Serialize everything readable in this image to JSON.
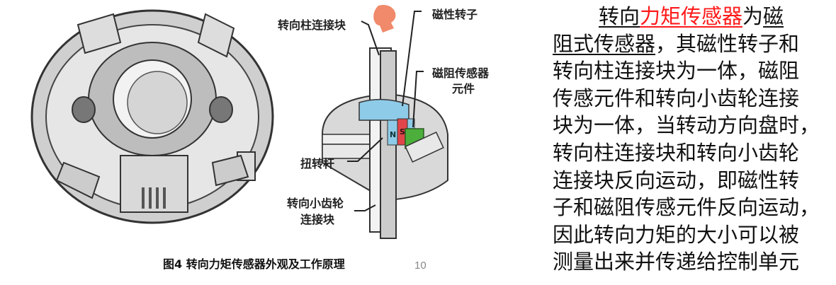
{
  "figure": {
    "labels": {
      "column_block": "转向柱连接块",
      "magnetic_rotor": "磁性转子",
      "mr_sensor": "磁阻传感器",
      "mr_sensor_2": "元件",
      "torsion_bar": "扭转杆",
      "pinion_block": "转向小齿轮",
      "pinion_block_2": "连接块",
      "pole_n": "N",
      "pole_s": "S"
    },
    "caption": "图4  转向力矩传感器外观及工作原理"
  },
  "page_number": "10",
  "text": {
    "l1_a": "转向",
    "l1_b": "力矩传感器",
    "l1_c": "为",
    "l1_d": "磁",
    "l2_a": "阻式传感器",
    "l2_b": "，其磁性转子和",
    "l3": "转向柱连接块为一体，磁阻",
    "l4": "传感元件和转向小齿轮连接",
    "l5": "块为一体，当转动方向盘时，",
    "l6": "转向柱连接块和转向小齿轮",
    "l7": "连接块反向运动，即磁性转",
    "l8": "子和磁阻传感元件反向运动，",
    "l9": "因此转向力矩的大小可以被",
    "l10": "测量出来并传递给控制单元"
  },
  "colors": {
    "highlight": "#ff1a1a",
    "magnet_red": "#e0454a",
    "magnet_blue": "#8ecbe8",
    "sensor_green": "#4caf3c"
  }
}
